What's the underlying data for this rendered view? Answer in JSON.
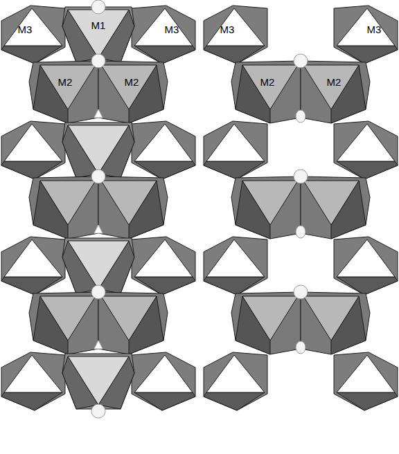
{
  "diagram": {
    "labels": [
      "M3",
      "M1",
      "M3",
      "M2",
      "M2",
      "M3",
      "M3",
      "M2",
      "M2"
    ]
  }
}
